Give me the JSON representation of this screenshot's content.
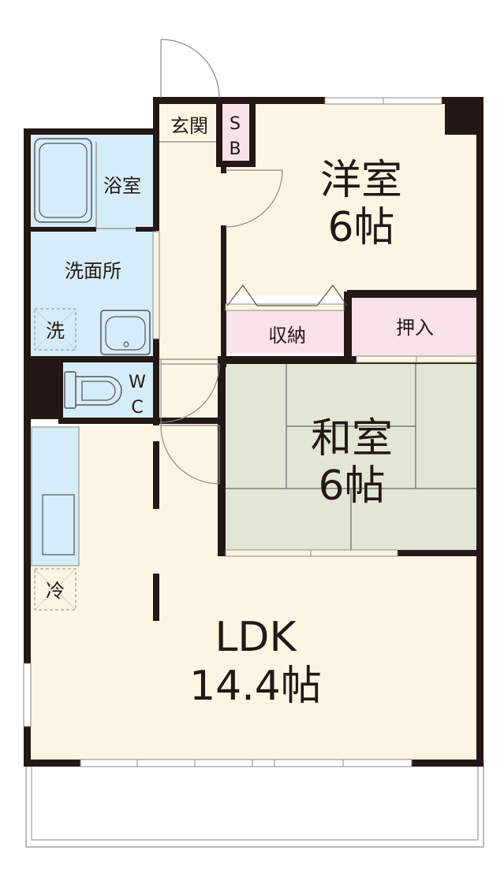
{
  "rooms": {
    "western": {
      "name": "洋室",
      "size": "6帖"
    },
    "japanese": {
      "name": "和室",
      "size": "6帖"
    },
    "ldk": {
      "name": "LDK",
      "size": "14.4帖"
    },
    "bath": {
      "name": "浴室"
    },
    "washroom": {
      "name": "洗面所"
    },
    "entrance": {
      "name": "玄関"
    },
    "storage": {
      "name": "収納"
    },
    "closet": {
      "name": "押入"
    }
  },
  "fixtures": {
    "shoe_box": [
      "S",
      "B"
    ],
    "toilet": [
      "W",
      "C"
    ],
    "washer": "洗",
    "fridge": "冷"
  },
  "colors": {
    "wall": "#231815",
    "floor_wood": "#fdf5e4",
    "floor_tatami": "#e2e6d5",
    "wet_area": "#d5edf8",
    "storage": "#f9e1ea",
    "outline": "#8a8a8a"
  }
}
